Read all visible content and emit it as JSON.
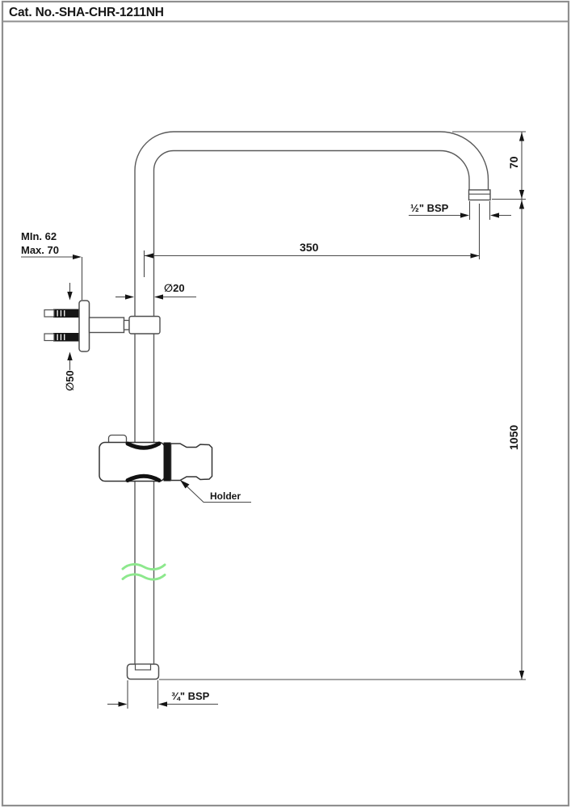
{
  "title": "Cat. No.-SHA-CHR-1211NH",
  "colors": {
    "frame": "#8f8f8f",
    "drawing_line": "#4f4f4f",
    "dimension_line": "#4a4a4a",
    "solid_black": "#151515",
    "break_line_green": "#8de88d",
    "background": "#ffffff"
  },
  "drawing": {
    "type": "technical-dimension-drawing",
    "subject": "shower rail with overhead arm, wall bracket and hand-shower holder"
  },
  "labels": {
    "wall_distance_min": "MIn. 62",
    "wall_distance_max": "Max. 70",
    "flange_diameter": "∅50",
    "pipe_diameter": "∅20",
    "arm_length": "350",
    "arm_drop": "70",
    "rail_height": "1050",
    "outlet_thread": "½\" BSP",
    "inlet_thread": "¾\" BSP",
    "holder": "Holder"
  }
}
